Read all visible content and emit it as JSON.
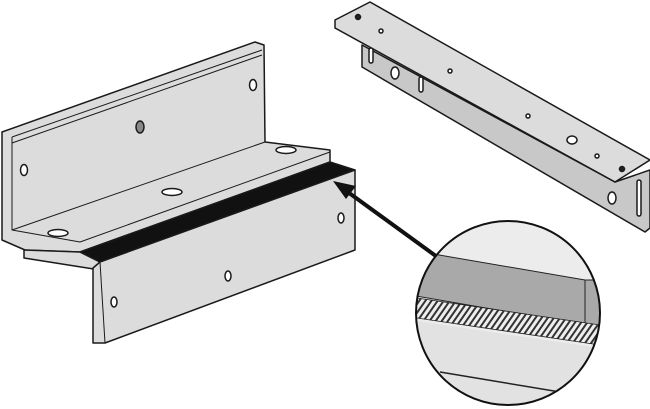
{
  "colors": {
    "metal": "#dcdcdc",
    "metal_shade": "#c8c8c8",
    "gasket": "#111111",
    "outline": "#1a1a1a",
    "zoom_bar": "#a9a9a9",
    "zoom_bg": "#e6e6e6"
  },
  "icons": [
    "l-bracket",
    "z-bracket",
    "rubber-gasket",
    "mounting-plate",
    "magnifier-callout",
    "pointer-arrow"
  ]
}
